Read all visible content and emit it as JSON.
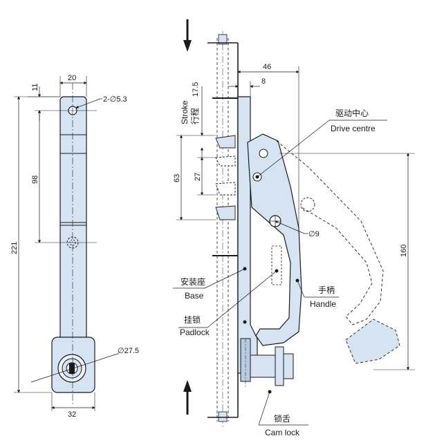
{
  "front_view": {
    "dim_top_width": "20",
    "dim_hole_offset": "11",
    "dim_holes": "2-∅5.3",
    "dim_hole_spacing": "98",
    "dim_overall_length": "221",
    "dim_lock_dia": "∅27.5",
    "dim_bottom_width": "32"
  },
  "side_view": {
    "dim_depth": "46",
    "dim_plate": "8",
    "stroke_en": "Stroke",
    "stroke_cn": "行程",
    "stroke_value": "17.5",
    "dim_63": "63",
    "dim_27": "27",
    "dim_hinge": "∅9",
    "dim_160": "160",
    "drive_centre_cn": "驱动中心",
    "drive_centre_en": "Drive centre",
    "base_cn": "安装座",
    "base_en": "Base",
    "padlock_cn": "挂锁",
    "padlock_en": "Padlock",
    "handle_cn": "手柄",
    "handle_en": "Handle",
    "camlock_cn": "锁舌",
    "camlock_en": "Cam lock"
  },
  "colors": {
    "part_fill": "#d6e3f2",
    "part_fill_dark": "#b8cbe3",
    "line": "#1a1a1a"
  }
}
